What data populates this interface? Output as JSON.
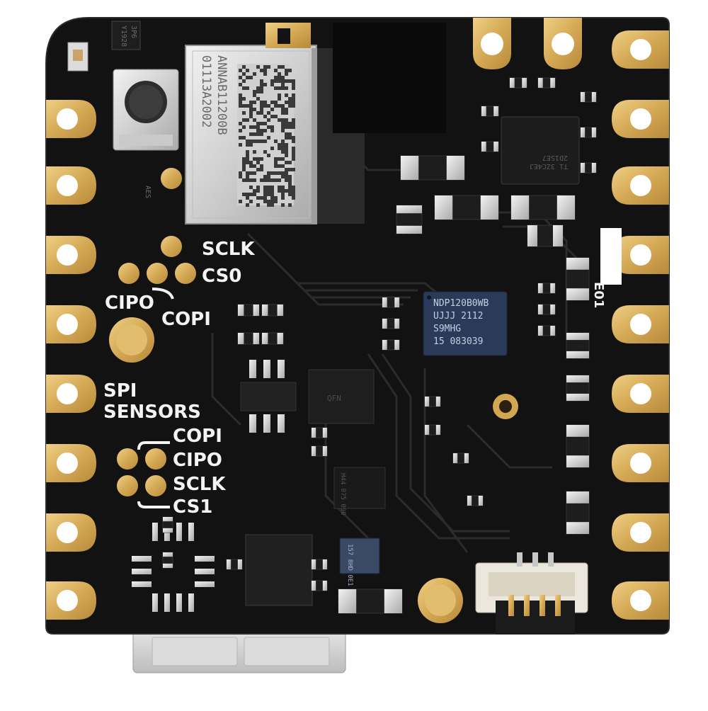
{
  "colors": {
    "pcb": "#121212",
    "gold": "#d8b060",
    "silkscreen": "#f4f4f4",
    "trace": "#2a2a2a"
  },
  "silkscreen": {
    "sclk_top": "SCLK",
    "cs0": "CS0",
    "cipo_top": "CIPO",
    "copi_top": "COPI",
    "spi": "SPI",
    "sensors": "SENSORS",
    "copi_bottom": "COPI",
    "cipo_bottom": "CIPO",
    "sclk_bottom": "SCLK",
    "cs1": "CS1",
    "e01": "E01"
  },
  "chips": {
    "module_line1": "ANNAB11200B",
    "module_line2": "01113A2002",
    "main_line1": "NDP120B0WB",
    "main_line2": "UJJJ 2112",
    "main_line3": "S9MHG",
    "main_line4": "15 083039",
    "top_right_line1": "Ti 3ZC4EJ",
    "top_right_line2": "2D1SE7",
    "left_top_chip": "Y1928",
    "left_top_chip2": "3P6",
    "cap_text": "AES",
    "small_chip_a": "H44 075 090",
    "small_chip_b": "157 8HD 0E1",
    "center_chip": "QFN"
  }
}
